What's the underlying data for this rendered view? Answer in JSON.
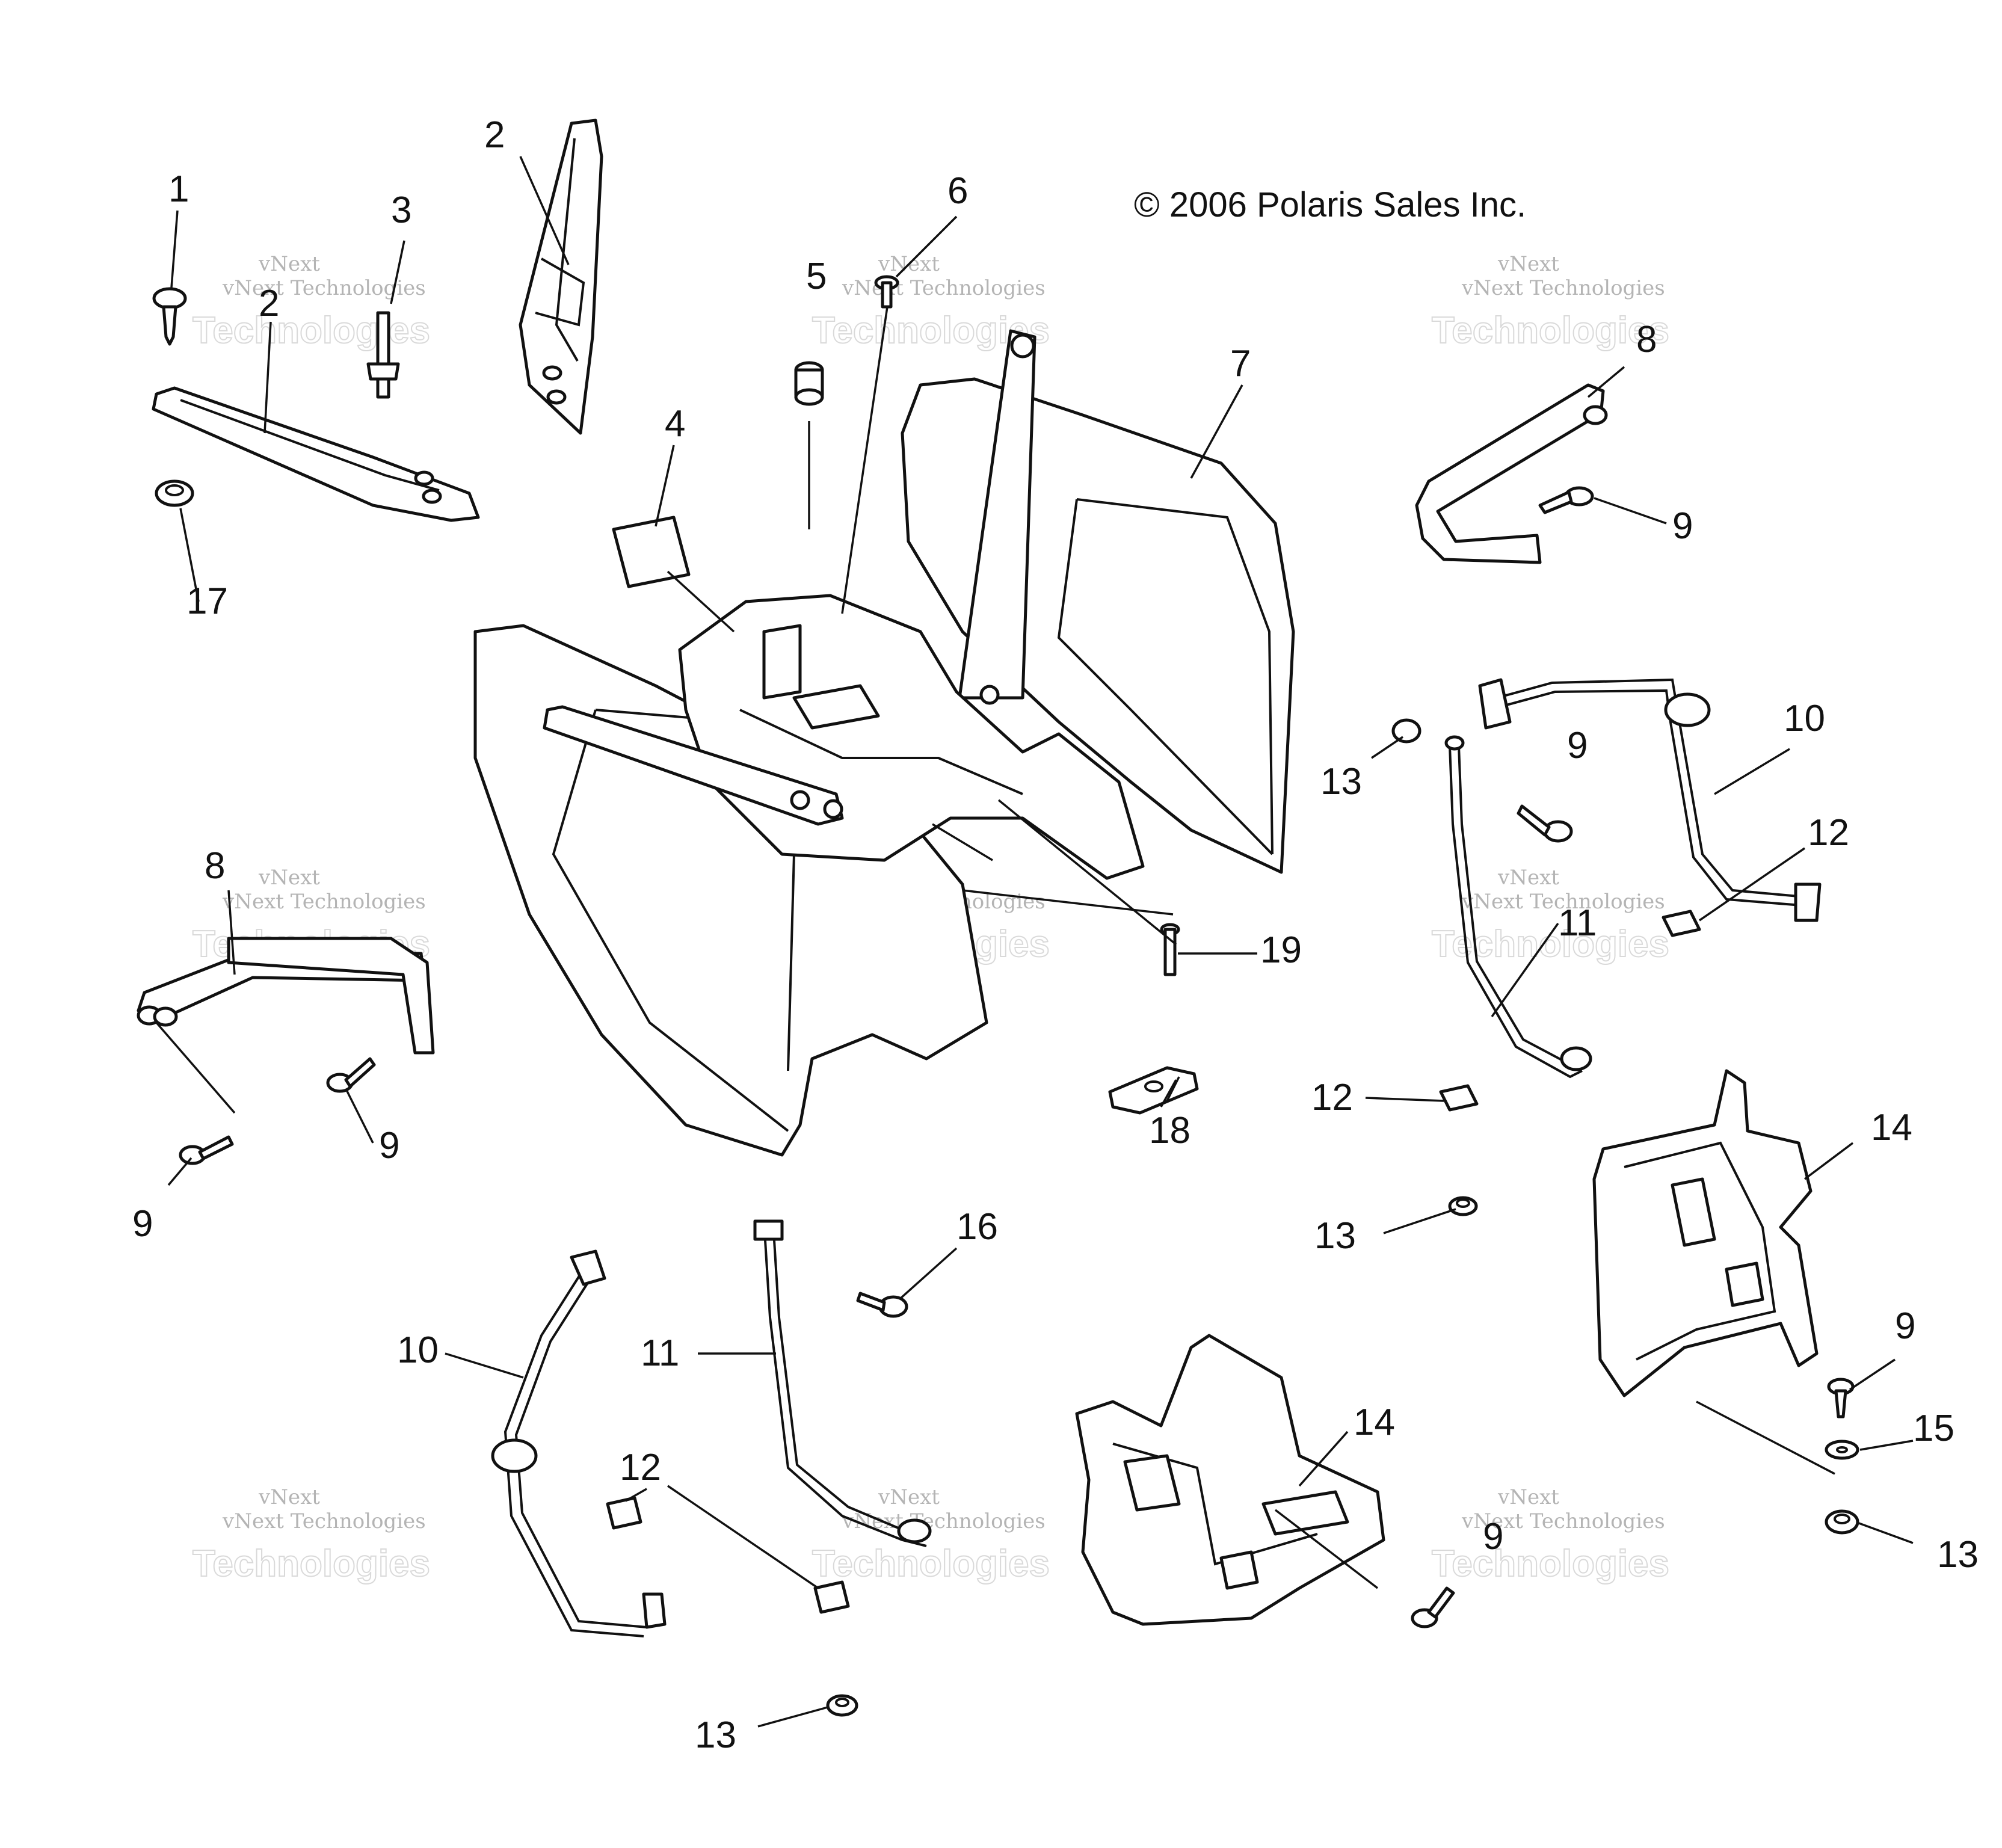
{
  "copyright": "© 2006 Polaris Sales Inc.",
  "watermark": {
    "line1": "vNext",
    "line2": "vNext Technologies",
    "line3": "Technologies"
  },
  "callouts": {
    "c1": "1",
    "c2a": "2",
    "c2b": "2",
    "c3": "3",
    "c4": "4",
    "c5": "5",
    "c6": "6",
    "c7": "7",
    "c8a": "8",
    "c8b": "8",
    "c9a": "9",
    "c9b": "9",
    "c9c": "9",
    "c9d": "9",
    "c9e": "9",
    "c9f": "9",
    "c10a": "10",
    "c10b": "10",
    "c11a": "11",
    "c11b": "11",
    "c12a": "12",
    "c12b": "12",
    "c12c": "12",
    "c13a": "13",
    "c13b": "13",
    "c13c": "13",
    "c13d": "13",
    "c14a": "14",
    "c14b": "14",
    "c15": "15",
    "c16": "16",
    "c17": "17",
    "c18": "18",
    "c19": "19"
  }
}
